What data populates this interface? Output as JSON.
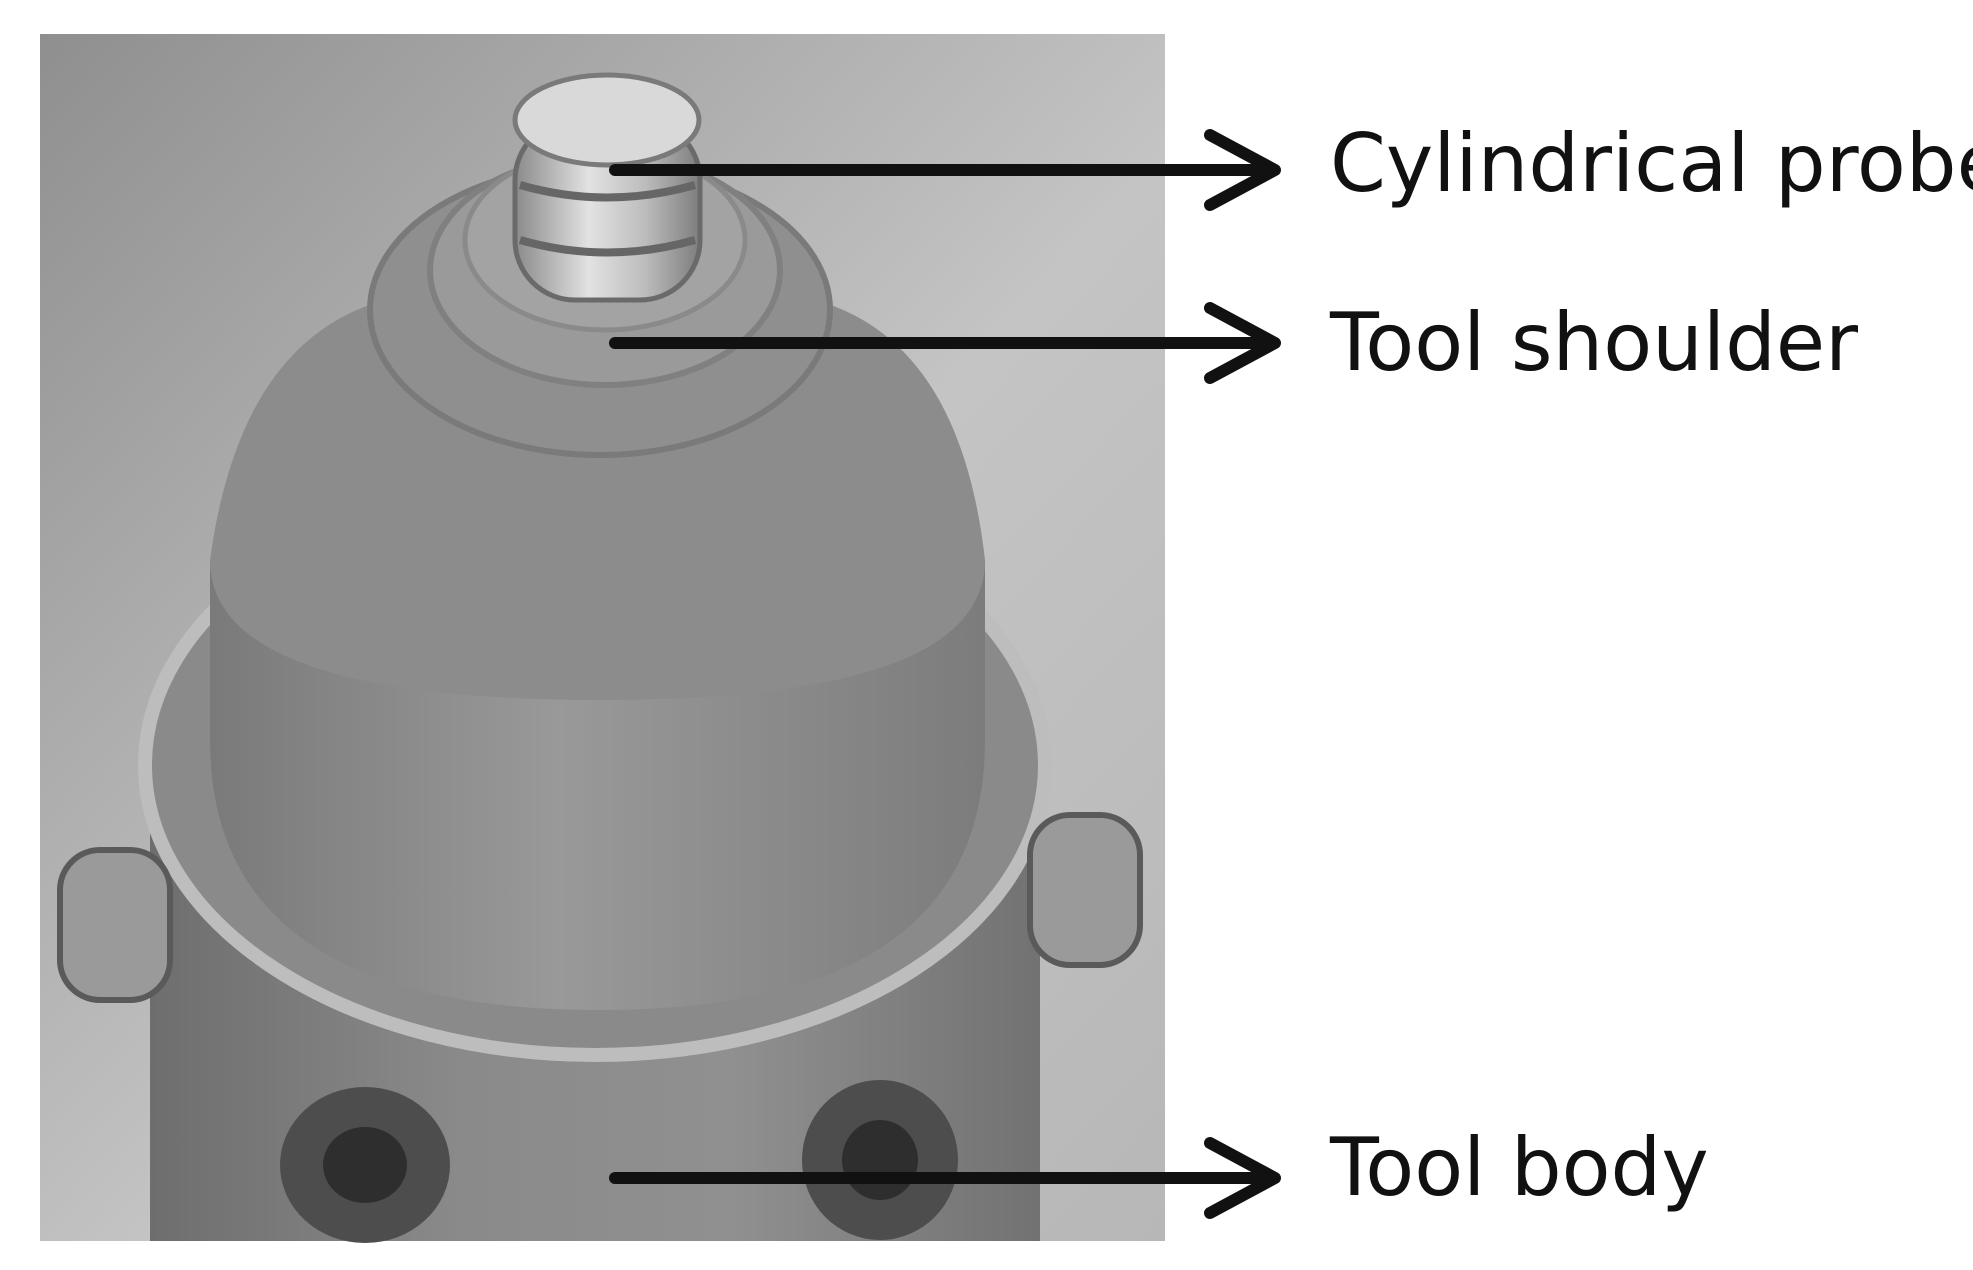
{
  "labels": {
    "probe": "Cylindrical probe",
    "shoulder": "Tool shoulder",
    "body": "Tool body"
  },
  "colors": {
    "background": "#ffffff",
    "arrow": "#111111",
    "photo_backdrop": "#a9a9a9",
    "tool_gray": "#888888",
    "probe_metal": "#c9c9c9"
  }
}
